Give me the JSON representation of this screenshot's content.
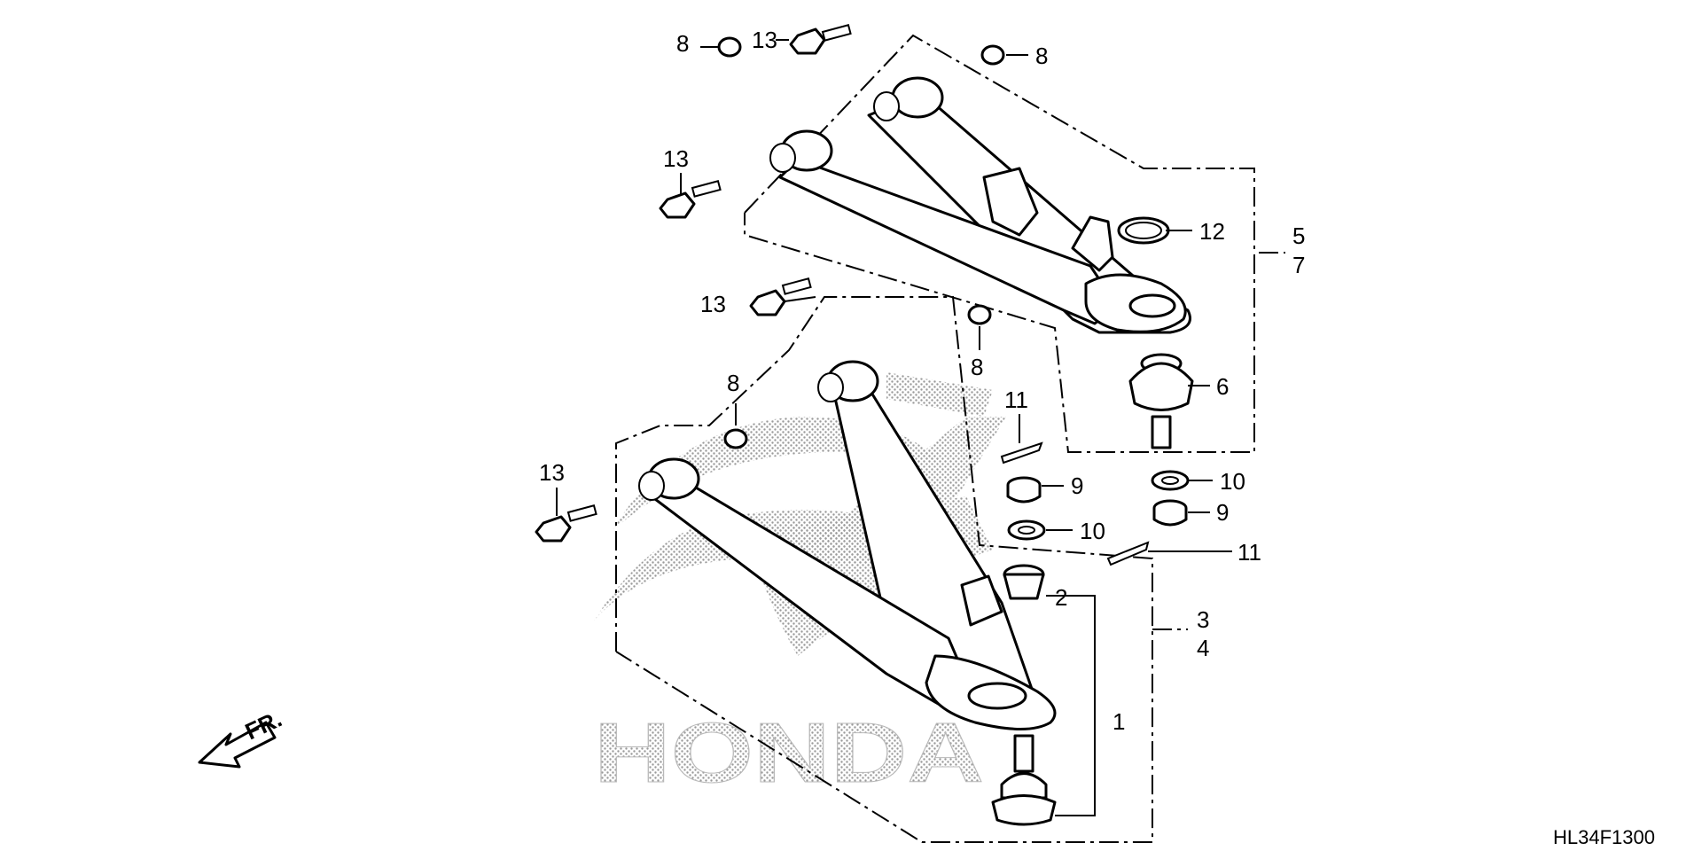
{
  "callouts": {
    "c1": "1",
    "c2": "2",
    "c3": "3",
    "c4": "4",
    "c5": "5",
    "c6": "6",
    "c7": "7",
    "c8a": "8",
    "c8b": "8",
    "c8c": "8",
    "c8d": "8",
    "c9a": "9",
    "c9b": "9",
    "c10a": "10",
    "c10b": "10",
    "c11a": "11",
    "c11b": "11",
    "c12": "12",
    "c13a": "13",
    "c13b": "13",
    "c13c": "13",
    "c13d": "13"
  },
  "direction_label": "FR.",
  "watermark": "HONDA",
  "diagram_code": "HL34F1300"
}
